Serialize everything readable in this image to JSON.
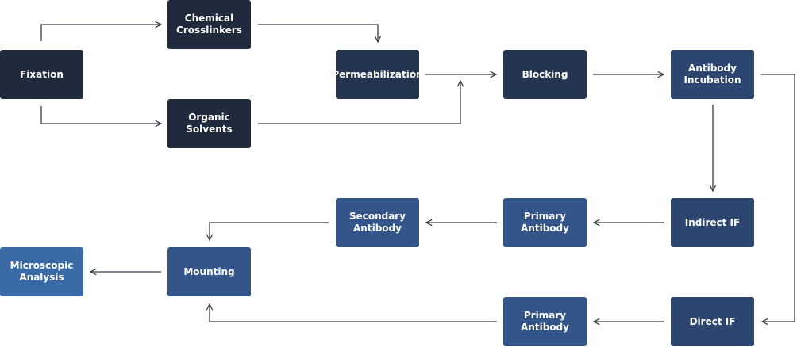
{
  "diagram": {
    "nodes": {
      "fixation": "Fixation",
      "chemical_crosslinkers": "Chemical\nCrosslinkers",
      "organic_solvents": "Organic\nSolvents",
      "permeabilization": "Permeabilization",
      "blocking": "Blocking",
      "antibody_incubation": "Antibody\nIncubation",
      "indirect_if": "Indirect IF",
      "primary_antibody_indirect": "Primary\nAntibody",
      "secondary_antibody": "Secondary\nAntibody",
      "mounting": "Mounting",
      "microscopic_analysis": "Microscopic\nAnalysis",
      "direct_if": "Direct IF",
      "primary_antibody_direct": "Primary\nAntibody"
    },
    "colors": {
      "node_darkest": "#1f2a3c",
      "node_dark": "#253550",
      "node_mid": "#2d4670",
      "node_blue": "#33558a",
      "node_light": "#3a6aa6",
      "connector": "#3a3f47"
    }
  }
}
